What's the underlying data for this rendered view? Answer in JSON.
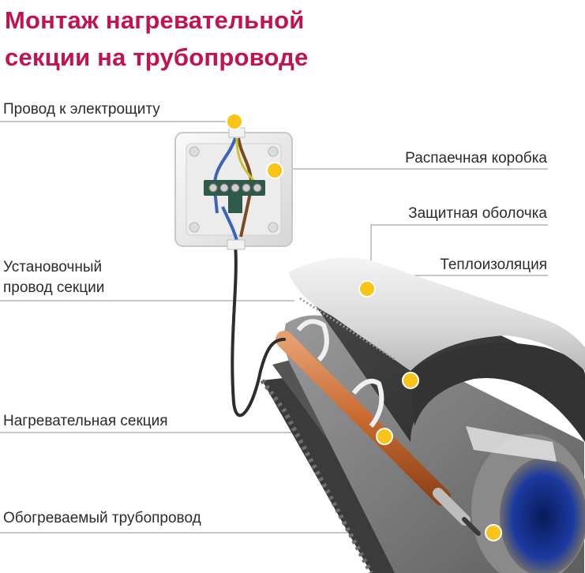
{
  "title": {
    "line1": "Монтаж нагревательной",
    "line2": "секции на трубопроводе"
  },
  "colors": {
    "title": "#c4124c",
    "marker": "#f7c417",
    "leader": "#8c8c8c",
    "label_text": "#2b2b2b"
  },
  "labels": {
    "power_wire": "Провод к электрощиту",
    "junction_box": "Распаечная коробка",
    "protective_sheath": "Защитная оболочка",
    "insulation": "Теплоизоляция",
    "install_wire_line1": "Установочный",
    "install_wire_line2": "провод секции",
    "heating_section": "Нагревательная секция",
    "heated_pipe": "Обогреваемый трубопровод"
  }
}
